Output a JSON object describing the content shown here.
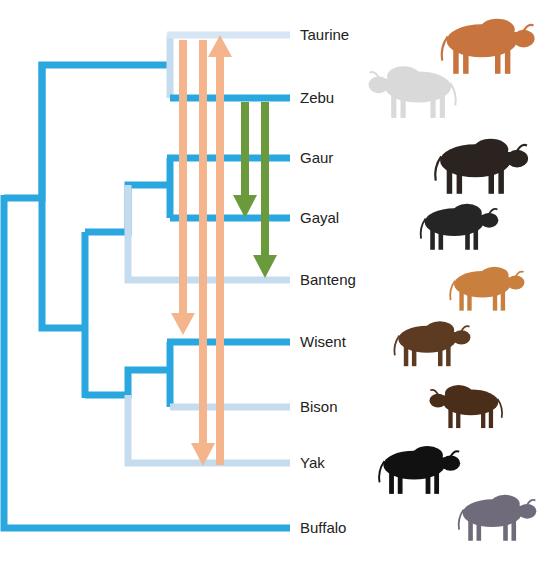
{
  "diagram": {
    "labels": [
      "Taurine",
      "Zebu",
      "Gaur",
      "Gayal",
      "Banteng",
      "Wisent",
      "Bison",
      "Yak",
      "Buffalo"
    ]
  }
}
